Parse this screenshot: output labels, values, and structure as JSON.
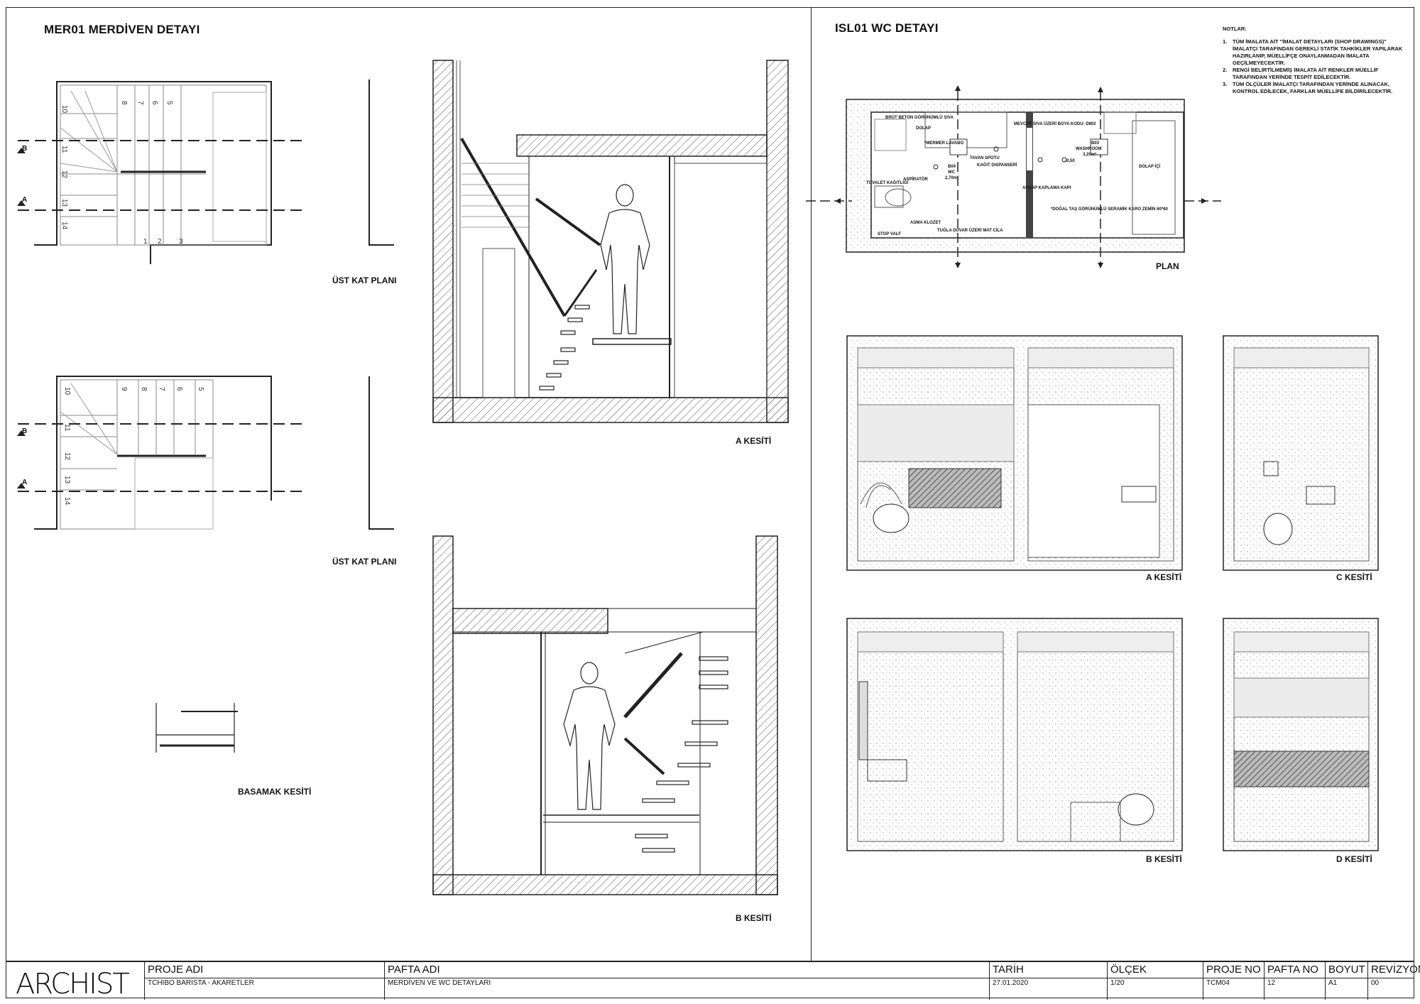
{
  "left_panel": {
    "title": "MER01 MERDİVEN DETAYI",
    "plan_labels": [
      "ÜST KAT PLANI",
      "ÜST KAT PLANI"
    ],
    "section_labels": [
      "A KESİTİ",
      "B KESİTİ"
    ],
    "step_section_label": "BASAMAK KESİTİ",
    "cut_markers": [
      "B",
      "A",
      "B",
      "A"
    ]
  },
  "right_panel": {
    "title": "ISL01 WC DETAYI",
    "plan_label": "PLAN",
    "section_labels": [
      "A KESİTİ",
      "C KESİTİ",
      "B KESİTİ",
      "D KESİTİ"
    ],
    "plan_rooms": [
      {
        "code": "B04",
        "name": "WC",
        "area": "2,70m²"
      },
      {
        "code": "B03",
        "name": "WASHROOM",
        "area": "3,20m²"
      }
    ],
    "plan_annotations": [
      "BRÜT BETON GÖRÜNÜMLÜ SIVA",
      "MEVCUT SIVA ÜZERİ BOYA KODU: D802",
      "DOLAP",
      "*MERMER LAVABO",
      "TAVAN SPOTU",
      "KAĞIT DISPANSERİ",
      "ASPİRATÖR",
      "TUVALET KAĞITLIĞI",
      "ASMA KLOZET",
      "STOP VALF",
      "AHŞAP KAPLAMA KAPI",
      "TUĞLA DUVAR ÜZERİ MAT CİLA",
      "*DOĞAL TAŞ GÖRÜNÜMLÜ SERAMİK KARO ZEMİN 60*60",
      "DOLAP İÇİ",
      "-3,50"
    ]
  },
  "notes": {
    "title": "NOTLAR:",
    "items": [
      {
        "num": "1.",
        "text": "TÜM İMALATA AİT \"İMALAT DETAYLARI (SHOP DRAWINGS)\" İMALATÇI TARAFINDAN GEREKLİ STATİK TAHKİKLER YAPILARAK HAZIRLANIP, MÜELLİFÇE ONAYLANMADAN İMALATA GEÇİLMEYECEKTİR."
      },
      {
        "num": "2.",
        "text": "RENGİ BELİRTİLMEMİŞ İMALATA AİT RENKLER MÜELLİF TARAFINDAN YERİNDE TESPİT EDİLECEKTİR."
      },
      {
        "num": "3.",
        "text": "TÜM ÖLÇÜLER İMALATÇI TARAFINDAN YERİNDE ALINACAK, KONTROL EDİLECEK, FARKLAR MÜELLİFE BİLDİRİLECEKTİR."
      }
    ]
  },
  "title_block": {
    "logo": "ARCHIST",
    "proje_adi": {
      "label": "PROJE ADI",
      "value": "TCHIBO BARISTA - AKARETLER"
    },
    "pafta_adi": {
      "label": "PAFTA ADI",
      "value": "MERDİVEN VE WC DETAYLARI"
    },
    "tarih": {
      "label": "TARİH",
      "value": "27.01.2020"
    },
    "olcek": {
      "label": "ÖLÇEK",
      "value": "1/20"
    },
    "proje_no": {
      "label": "PROJE NO",
      "value": "TCM04"
    },
    "pafta_no": {
      "label": "PAFTA NO",
      "value": "12"
    },
    "boyut": {
      "label": "BOYUT",
      "value": "A1"
    },
    "revizyon": {
      "label": "REVİZYON",
      "value": "00"
    }
  }
}
